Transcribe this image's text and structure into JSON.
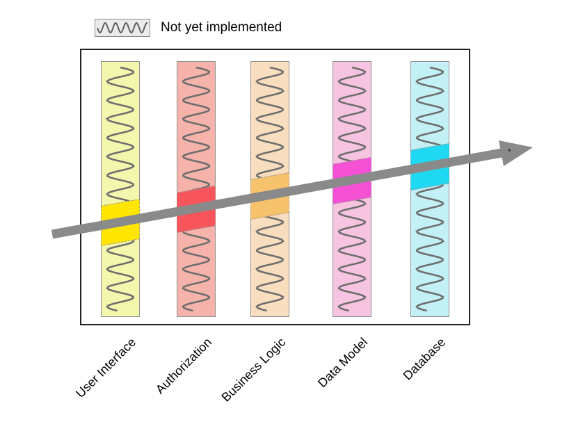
{
  "legend": {
    "label": "Not yet implemented",
    "box_fill": "#ebebeb",
    "squiggle_color": "#5f5f5f"
  },
  "diagram": {
    "arrow_color": "#8a8a8a",
    "squiggle_color": "#6e6e6e",
    "outer_border_color": "#222222",
    "column_border_color": "#8f8f8f",
    "columns": [
      {
        "id": "user-interface",
        "label": "User Interface",
        "base_color": "#f3f7ad",
        "highlight_color": "#ffe500"
      },
      {
        "id": "authorization",
        "label": "Authorization",
        "base_color": "#f5b3ab",
        "highlight_color": "#f8545c"
      },
      {
        "id": "business-logic",
        "label": "Business Logic",
        "base_color": "#f8ddbe",
        "highlight_color": "#f6c26c"
      },
      {
        "id": "data-model",
        "label": "Data Model",
        "base_color": "#f6c3e1",
        "highlight_color": "#f650d5"
      },
      {
        "id": "database",
        "label": "Database",
        "base_color": "#c2f0f4",
        "highlight_color": "#1fd9f2"
      }
    ]
  }
}
